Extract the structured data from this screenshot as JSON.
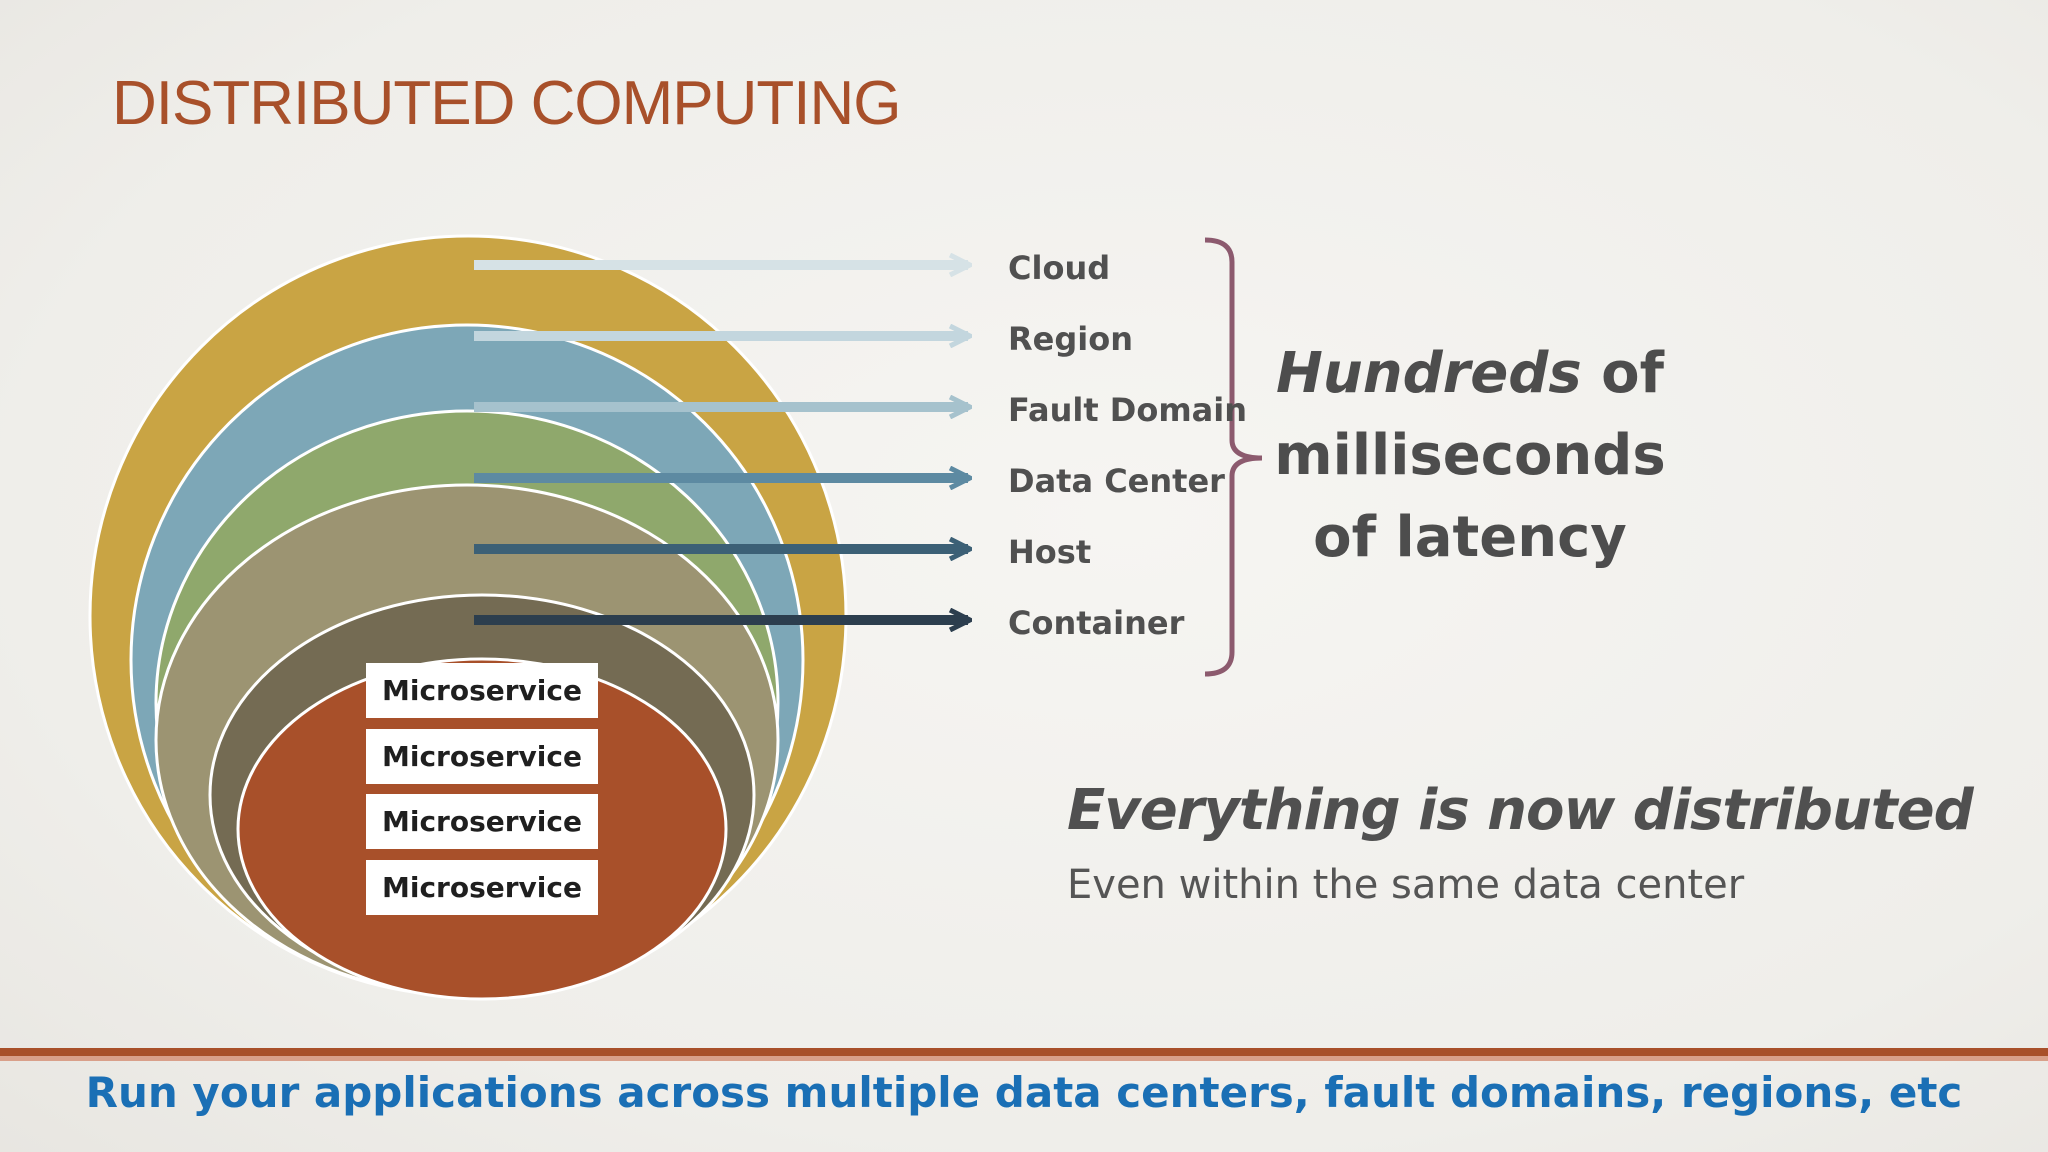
{
  "slide": {
    "title": "DISTRIBUTED COMPUTING",
    "layers": [
      {
        "label": "Cloud",
        "color": "#c9a444",
        "arrow_color": "#d6e2e6"
      },
      {
        "label": "Region",
        "color": "#7da7b7",
        "arrow_color": "#c3d6de"
      },
      {
        "label": "Fault Domain",
        "color": "#8fa86c",
        "arrow_color": "#a6c2cd"
      },
      {
        "label": "Data Center",
        "color": "#9c9472",
        "arrow_color": "#5d8aa2"
      },
      {
        "label": "Host",
        "color": "#746b53",
        "arrow_color": "#3c6076"
      },
      {
        "label": "Container",
        "color": "#a8502a",
        "arrow_color": "#2c3e4e"
      }
    ],
    "microservices": [
      "Microservice",
      "Microservice",
      "Microservice",
      "Microservice"
    ],
    "latency": {
      "emphasis": "Hundreds",
      "rest_line1": " of",
      "line2": "milliseconds",
      "line3": "of latency"
    },
    "headline": "Everything is now distributed",
    "subline": "Even within the same data center",
    "footer": "Run your applications across multiple data centers, fault domains, regions, etc",
    "bracket_color": "#8c5a6e",
    "accent": "#a8502a",
    "footer_color": "#1a6fb5"
  }
}
